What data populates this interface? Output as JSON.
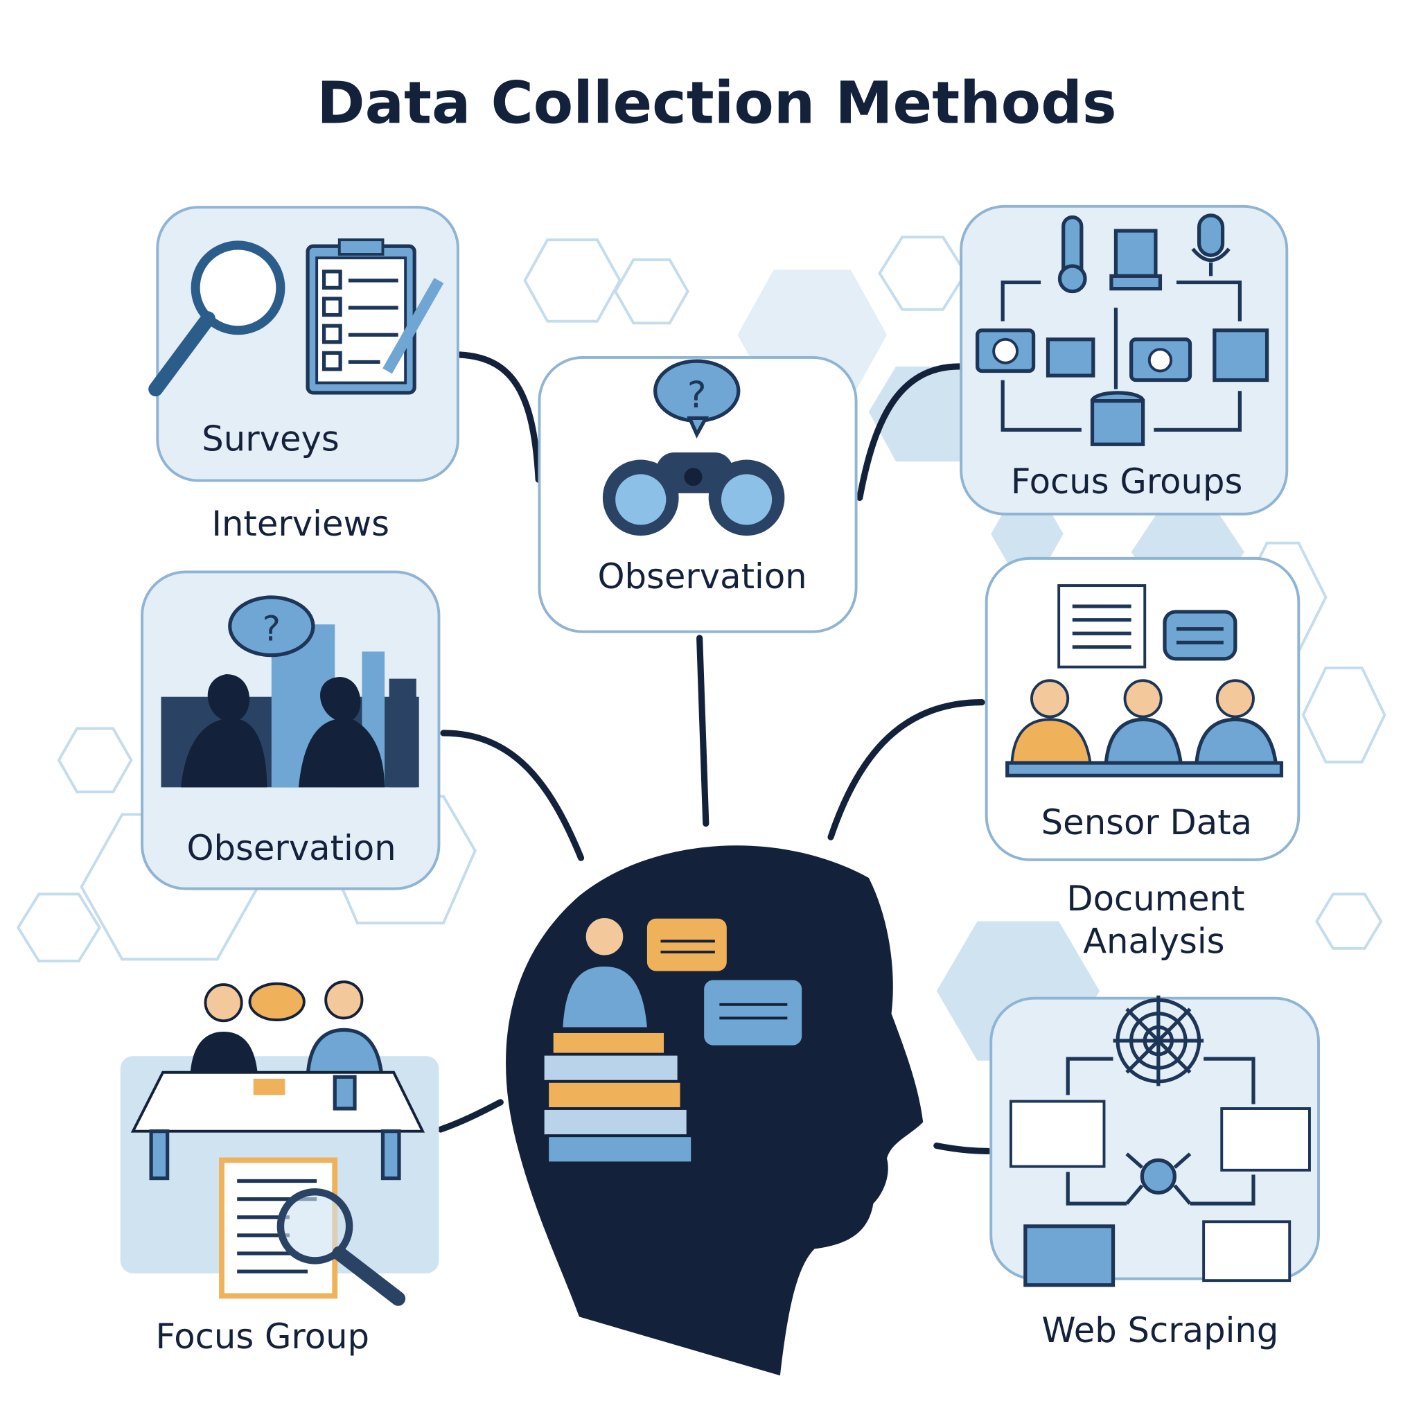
{
  "title": "Data Collection Methods",
  "labels": {
    "surveys": "Surveys",
    "interviews": "Interviews",
    "observation_center": "Observation",
    "focus_groups": "Focus Groups",
    "observation_left": "Observation",
    "sensor_data": "Sensor Data",
    "document_analysis_line1": "Document",
    "document_analysis_line2": "Analysis",
    "focus_group": "Focus Group",
    "web_scraping": "Web Scraping"
  },
  "colors": {
    "navy": "#14213a",
    "blue": "#6fa6d4",
    "light_blue": "#cfe3f1",
    "orange": "#efb25a"
  }
}
